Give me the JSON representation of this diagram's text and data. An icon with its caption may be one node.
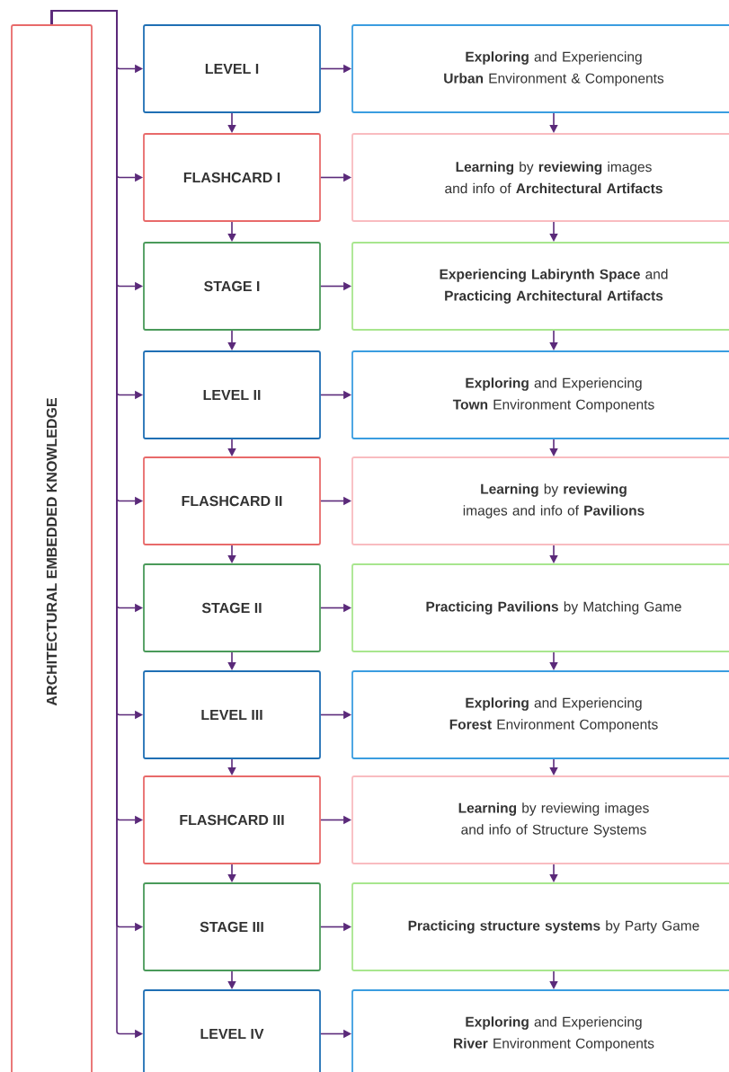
{
  "diagram": {
    "nodes": [
      {
        "text": [
          "ARCHITECTURAL EMBEDDED KNOWLEDGE"
        ]
      },
      {
        "text": [
          "LEVEL I"
        ]
      },
      {
        "text": [
          "**Exploring** and Experiencing **Urban** Environment & Components"
        ]
      },
      {
        "text": [
          "FLASHCARD I"
        ]
      },
      {
        "text": [
          "**Learning** by **reviewing** images and info of **Architectural Artifacts**"
        ]
      },
      {
        "text": [
          "STAGE I"
        ]
      },
      {
        "text": [
          "**Experiencing Labirynth Space** and **Practicing Architectural Artifacts**"
        ]
      },
      {
        "text": [
          "LEVEL II"
        ]
      },
      {
        "text": [
          "**Exploring** and Experiencing **Town** Environment Components"
        ]
      },
      {
        "text": [
          "FLASHCARD II"
        ]
      },
      {
        "text": [
          "**Learning** by **reviewing** images and info of **Pavilions**"
        ]
      },
      {
        "text": [
          "STAGE II"
        ]
      },
      {
        "text": [
          "**Practicing Pavilions** by Matching Game"
        ]
      },
      {
        "text": [
          "LEVEL III"
        ]
      },
      {
        "text": [
          "**Exploring** and Experiencing **Forest** Environment Components"
        ]
      },
      {
        "text": [
          "FLASHCARD III"
        ]
      },
      {
        "text": [
          "**Learning** by reviewing images and info of Structure Systems"
        ]
      },
      {
        "text": [
          "STAGE III"
        ]
      },
      {
        "text": [
          "**Practicing structure systems** by Party Game"
        ]
      },
      {
        "text": [
          "LEVEL IV"
        ]
      },
      {
        "text": [
          "**Exploring** and Experiencing **River** Environment Components"
        ]
      }
    ],
    "edges": [
      {
        "from": 0,
        "to": 1,
        "arrow": "to"
      },
      {
        "from": 0,
        "to": 3,
        "arrow": "to"
      },
      {
        "from": 0,
        "to": 5,
        "arrow": "to"
      },
      {
        "from": 0,
        "to": 7,
        "arrow": "to"
      },
      {
        "from": 0,
        "to": 9,
        "arrow": "to"
      },
      {
        "from": 0,
        "to": 11,
        "arrow": "to"
      },
      {
        "from": 0,
        "to": 13,
        "arrow": "to"
      },
      {
        "from": 0,
        "to": 15,
        "arrow": "to"
      },
      {
        "from": 0,
        "to": 17,
        "arrow": "to"
      },
      {
        "from": 0,
        "to": 19,
        "arrow": "to"
      },
      {
        "from": 1,
        "to": 2,
        "arrow": "to"
      },
      {
        "from": 1,
        "to": 3,
        "arrow": "to"
      },
      {
        "from": 2,
        "to": 4,
        "arrow": "to"
      },
      {
        "from": 3,
        "to": 4,
        "arrow": "to"
      },
      {
        "from": 3,
        "to": 5,
        "arrow": "to"
      },
      {
        "from": 4,
        "to": 6,
        "arrow": "to"
      },
      {
        "from": 5,
        "to": 6,
        "arrow": "to"
      },
      {
        "from": 5,
        "to": 7,
        "arrow": "to"
      },
      {
        "from": 6,
        "to": 8,
        "arrow": "to"
      },
      {
        "from": 7,
        "to": 8,
        "arrow": "to"
      },
      {
        "from": 7,
        "to": 9,
        "arrow": "to"
      },
      {
        "from": 8,
        "to": 10,
        "arrow": "to"
      },
      {
        "from": 9,
        "to": 10,
        "arrow": "to"
      },
      {
        "from": 9,
        "to": 11,
        "arrow": "to"
      },
      {
        "from": 10,
        "to": 12,
        "arrow": "to"
      },
      {
        "from": 11,
        "to": 12,
        "arrow": "to"
      },
      {
        "from": 11,
        "to": 13,
        "arrow": "to"
      },
      {
        "from": 12,
        "to": 14,
        "arrow": "to"
      },
      {
        "from": 13,
        "to": 14,
        "arrow": "to"
      },
      {
        "from": 13,
        "to": 15,
        "arrow": "to"
      },
      {
        "from": 14,
        "to": 16,
        "arrow": "to"
      },
      {
        "from": 15,
        "to": 16,
        "arrow": "to"
      },
      {
        "from": 15,
        "to": 17,
        "arrow": "to"
      },
      {
        "from": 16,
        "to": 18,
        "arrow": "to"
      },
      {
        "from": 17,
        "to": 18,
        "arrow": "to"
      },
      {
        "from": 17,
        "to": 19,
        "arrow": "to"
      },
      {
        "from": 18,
        "to": 20,
        "arrow": "to"
      },
      {
        "from": 19,
        "to": 20,
        "arrow": "to"
      }
    ]
  }
}
